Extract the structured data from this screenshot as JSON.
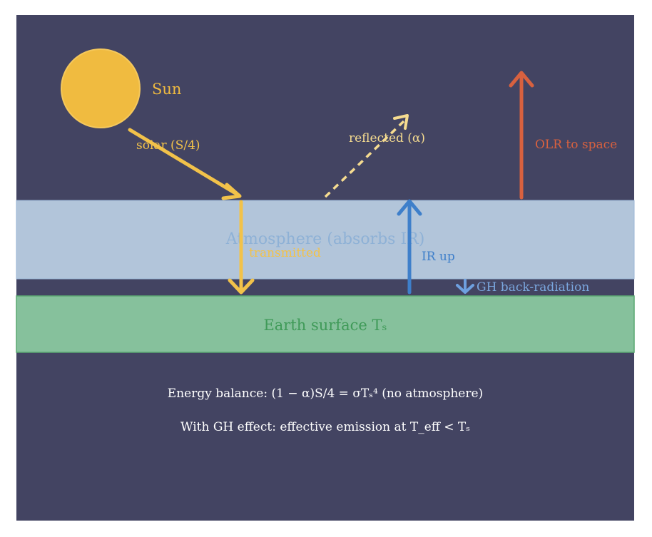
{
  "labels": {
    "sun": "Sun",
    "solar": "solar (S/4)",
    "reflected": "reflected (α)",
    "olr": "OLR to space",
    "atmosphere": "Atmosphere (absorbs IR)",
    "transmitted": "transmitted",
    "ir_up": "IR up",
    "gh_back": "GH back-radiation",
    "surface": "Earth surface Tₛ",
    "balance": "Energy balance: (1 − α)S/4 = σTₛ⁴ (no atmosphere)",
    "gh_effect": "With GH effect: effective emission at T_eff < Tₛ"
  },
  "colors": {
    "background": "#434462",
    "page": "#ffffff",
    "sun": "#f0bb40",
    "solar_arrow": "#f2c24a",
    "reflected_arrow": "#f6dc90",
    "olr_arrow": "#d8613f",
    "atmosphere_fill": "#b2c5da",
    "atmosphere_text": "#8eb1d6",
    "ir_arrow": "#3e7fca",
    "gh_arrow": "#6ea0e0",
    "surface_fill": "#86c19c",
    "surface_text": "#3f9a58",
    "text_light": "#ffffff"
  }
}
